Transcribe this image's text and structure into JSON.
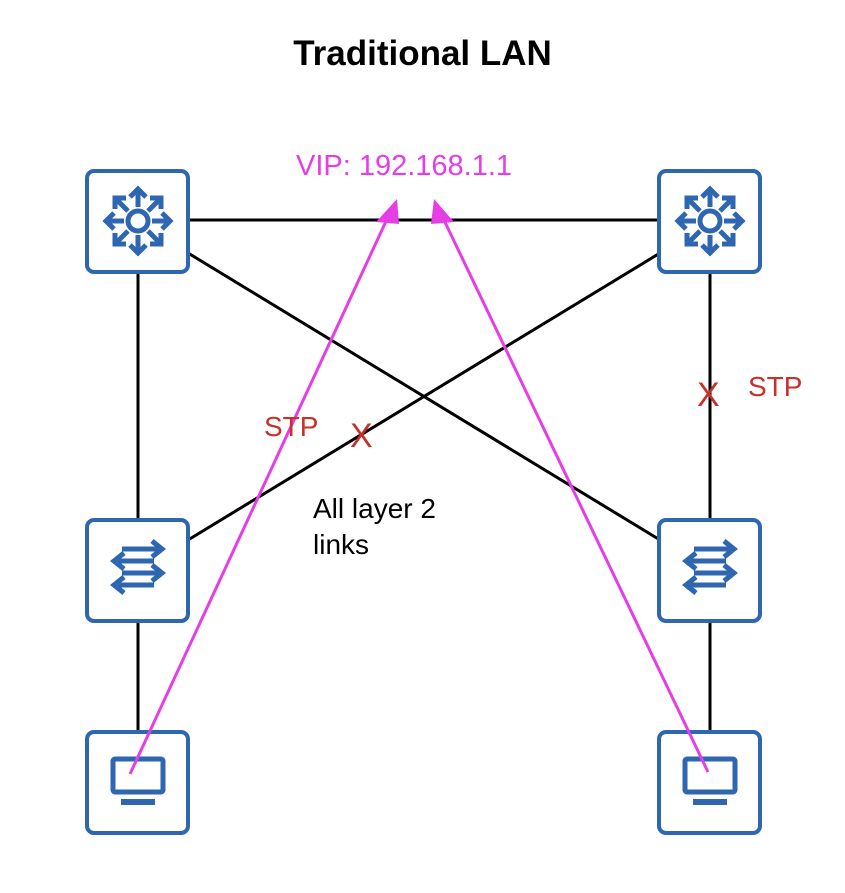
{
  "diagram": {
    "title": "Traditional LAN",
    "vip_label": "VIP: 192.168.1.1",
    "stp_label_left": "STP",
    "stp_label_right": "STP",
    "blocked_marker": "X",
    "note_line1": "All layer 2",
    "note_line2": "links"
  },
  "nodes": [
    {
      "id": "core-switch-left",
      "icon": "layer3-switch-icon"
    },
    {
      "id": "core-switch-right",
      "icon": "layer3-switch-icon"
    },
    {
      "id": "access-switch-left",
      "icon": "layer2-switch-icon"
    },
    {
      "id": "access-switch-right",
      "icon": "layer2-switch-icon"
    },
    {
      "id": "host-left",
      "icon": "monitor-icon"
    },
    {
      "id": "host-right",
      "icon": "monitor-icon"
    }
  ],
  "colors": {
    "device_border": "#2f66b0",
    "link": "#000000",
    "vip": "#e63ee6",
    "stp": "#c8302a"
  }
}
